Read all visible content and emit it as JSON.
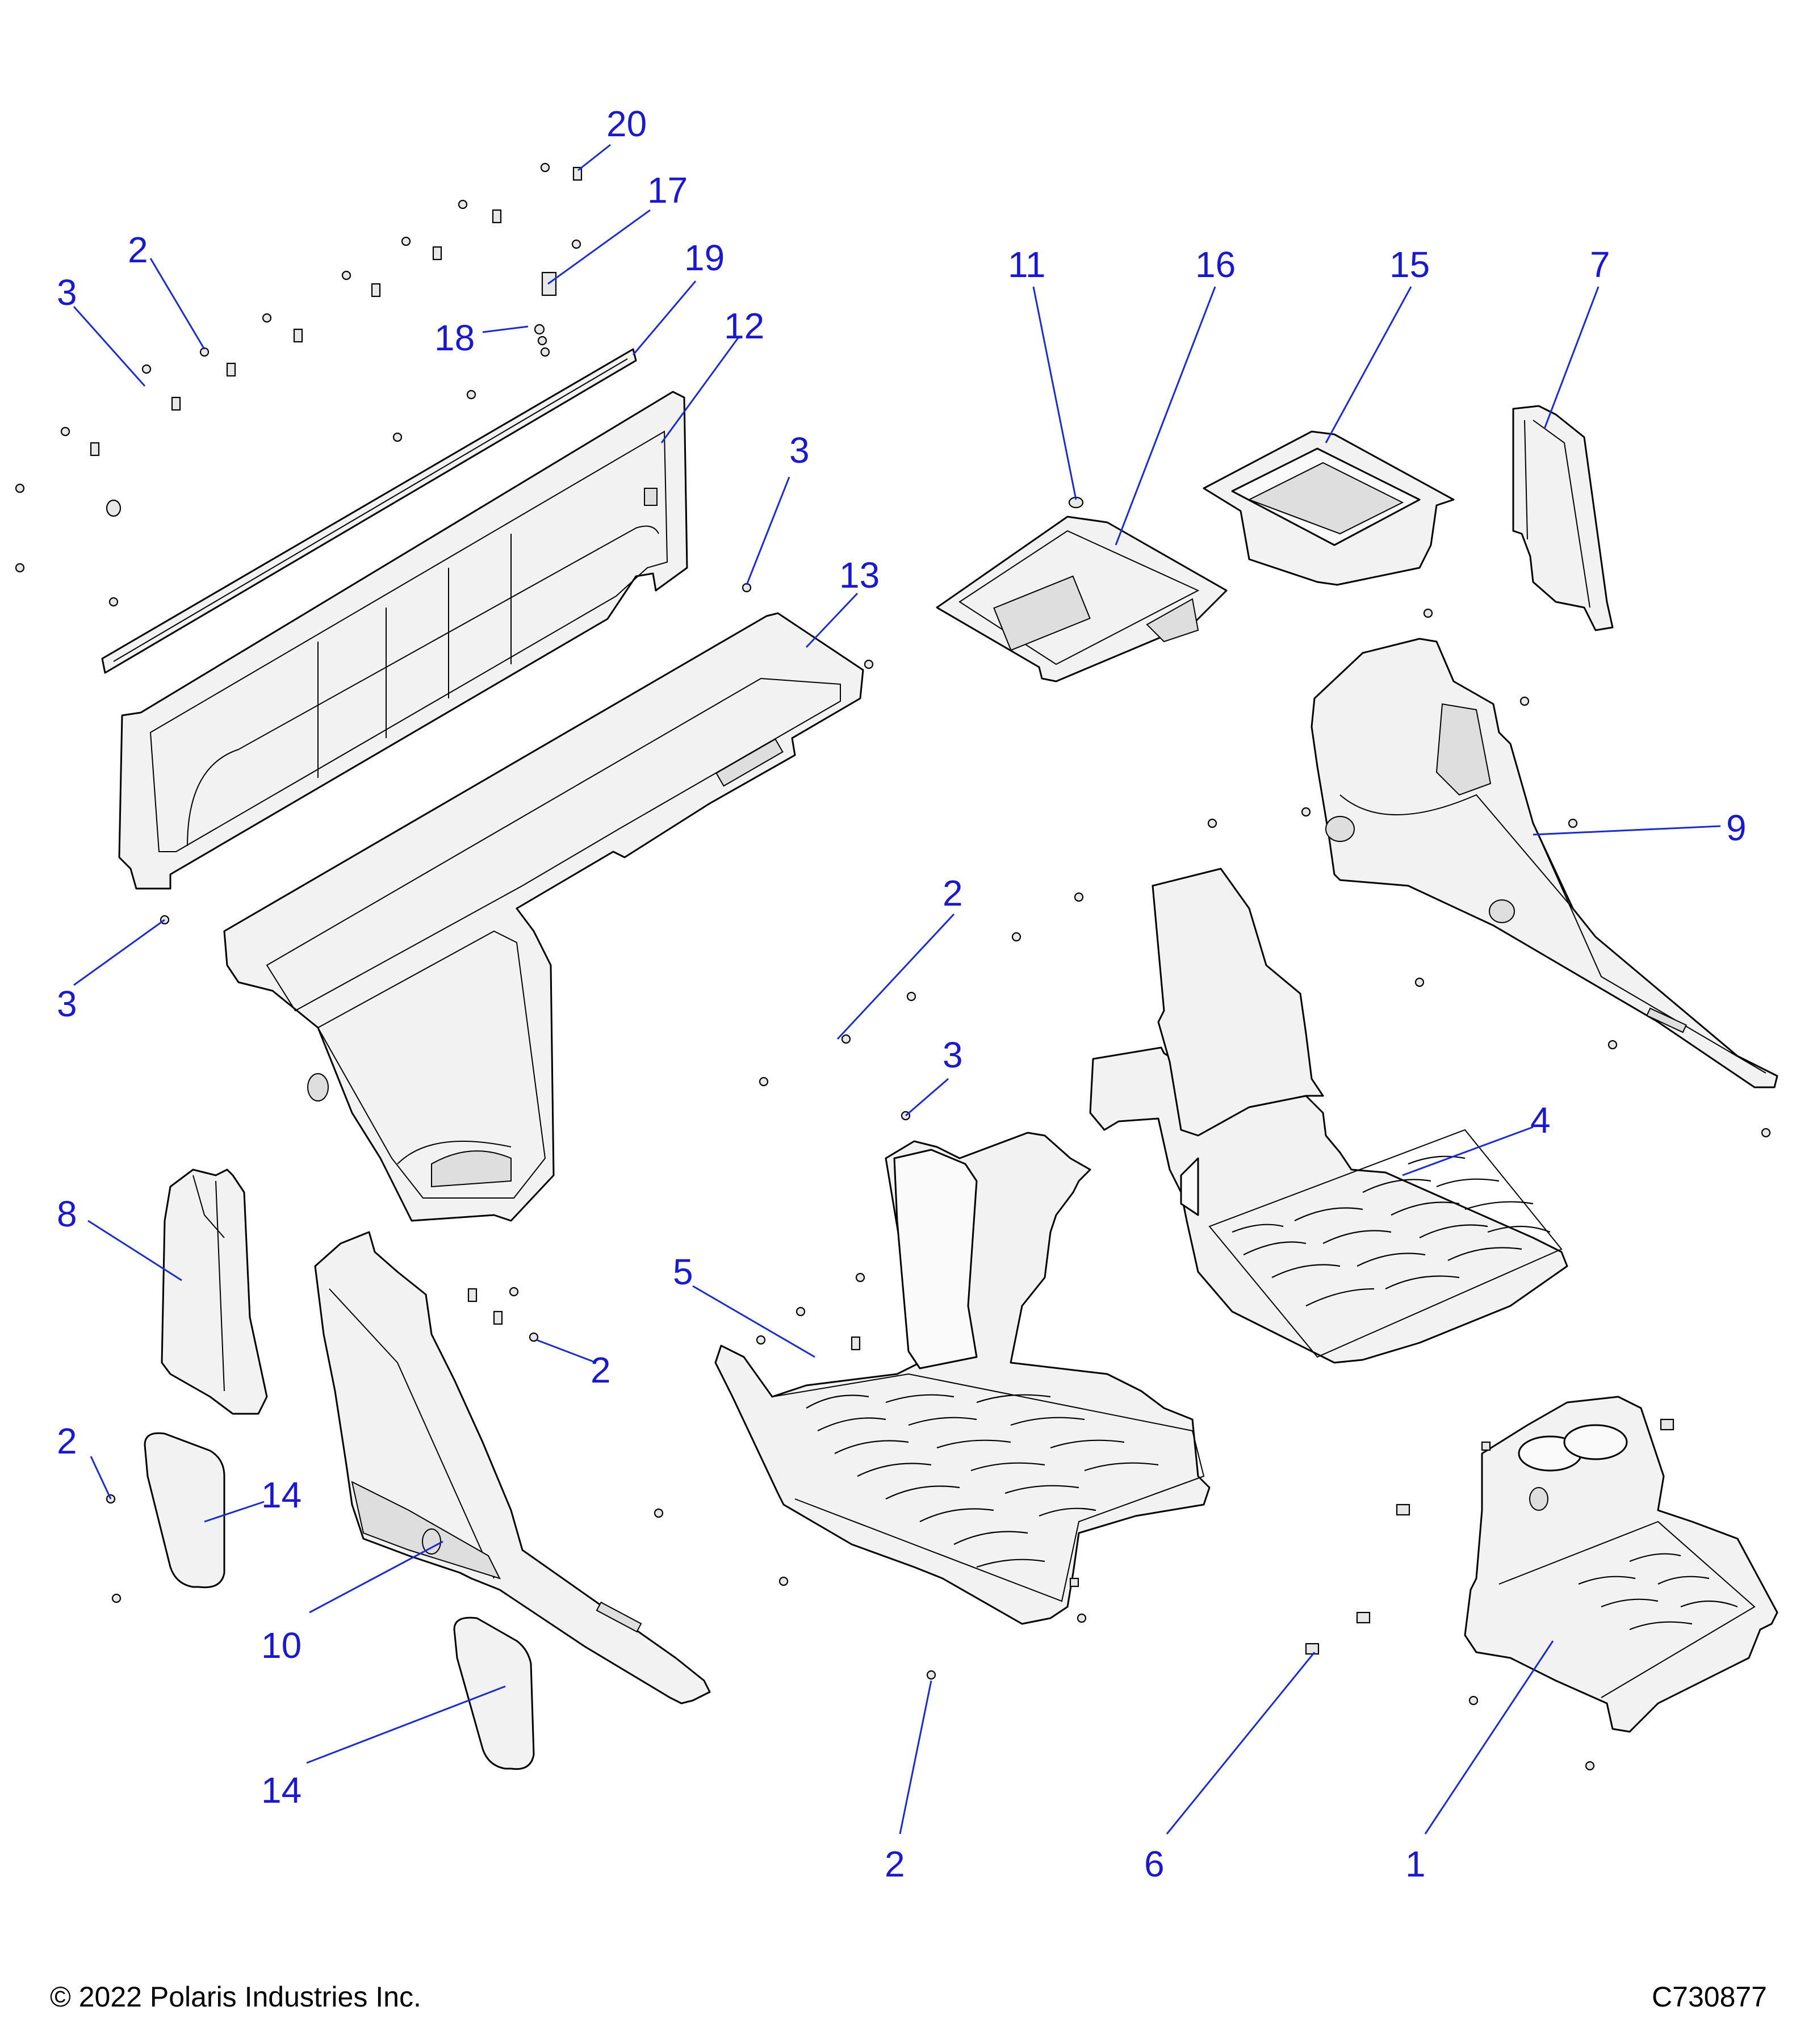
{
  "footer": {
    "copyright": "© 2022 Polaris Industries Inc.",
    "drawing_id": "C730877"
  },
  "callouts": {
    "c20": "20",
    "c17": "17",
    "c19": "19",
    "c12": "12",
    "c18": "18",
    "c2_top": "2",
    "c3_topleft": "3",
    "c3_upper": "3",
    "c13": "13",
    "c3_mid": "3",
    "c11": "11",
    "c16": "16",
    "c15": "15",
    "c7": "7",
    "c9": "9",
    "c2_center": "2",
    "c3_center": "3",
    "c4": "4",
    "c5": "5",
    "c8": "8",
    "c2_left": "2",
    "c2_farleft": "2",
    "c14_upper": "14",
    "c10": "10",
    "c14_lower": "14",
    "c2_bottom": "2",
    "c6": "6",
    "c1": "1"
  },
  "colors": {
    "callout": "#1a1acc",
    "line": "#000000",
    "leader": "#1a2ccc"
  }
}
